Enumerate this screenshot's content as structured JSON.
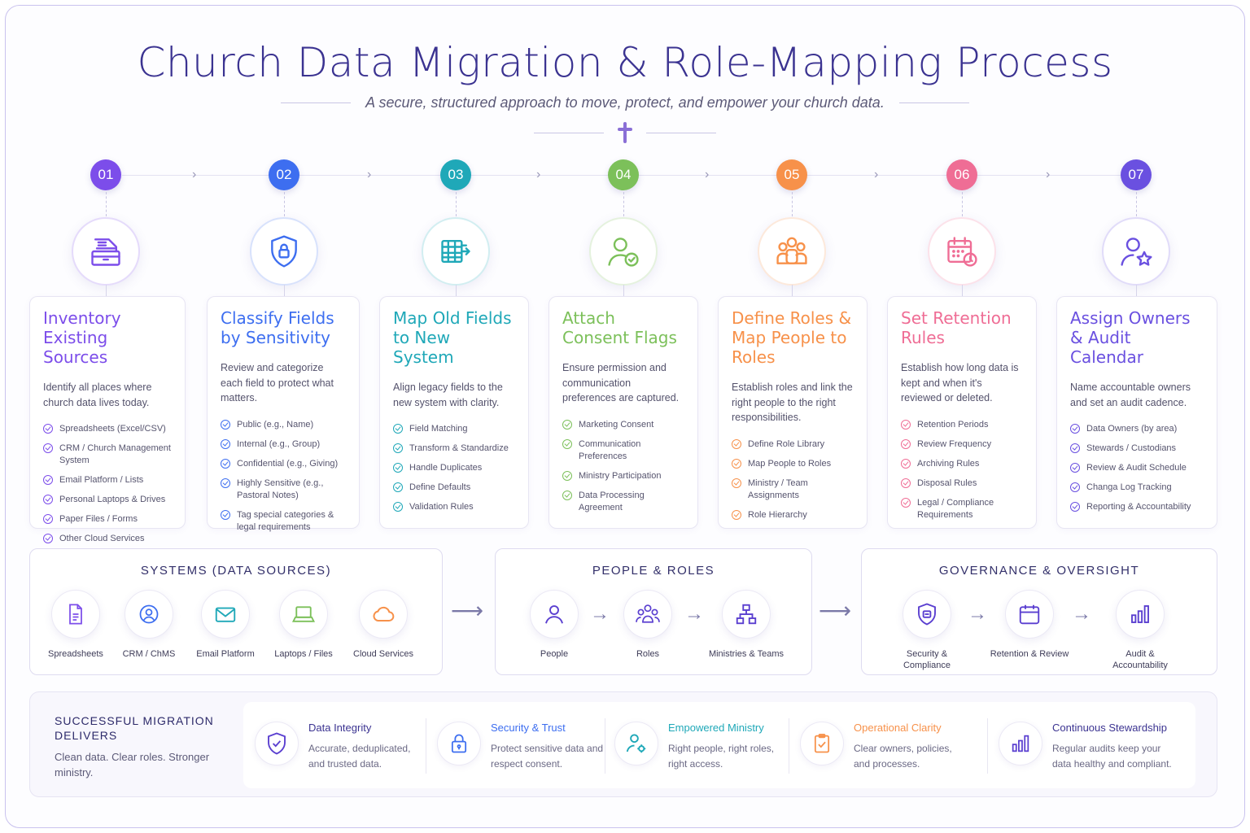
{
  "title": "Church Data Migration & Role-Mapping Process",
  "subtitle": "A secure, structured approach to move, protect, and empower your church data.",
  "colors": {
    "step1": "#7c4dea",
    "step2": "#3d6ef0",
    "step3": "#1fa8b8",
    "step4": "#7cc05a",
    "step5": "#f7914a",
    "step6": "#ef6d95",
    "step7": "#6a50e0"
  },
  "steps": [
    {
      "num": "01",
      "icon": "file-cabinet-icon",
      "title": "Inventory Existing Sources",
      "desc": "Identify all places where church data lives today.",
      "items": [
        "Spreadsheets (Excel/CSV)",
        "CRM / Church Management System",
        "Email Platform / Lists",
        "Personal Laptops & Drives",
        "Paper Files / Forms",
        "Other Cloud Services"
      ]
    },
    {
      "num": "02",
      "icon": "shield-lock-icon",
      "title": "Classify Fields by Sensitivity",
      "desc": "Review and categorize each field to protect what matters.",
      "items": [
        "Public (e.g., Name)",
        "Internal (e.g., Group)",
        "Confidential (e.g., Giving)",
        "Highly Sensitive (e.g., Pastoral Notes)",
        "Tag special categories & legal requirements"
      ]
    },
    {
      "num": "03",
      "icon": "table-map-icon",
      "title": "Map Old Fields to New System",
      "desc": "Align legacy fields to the new system with clarity.",
      "items": [
        "Field Matching",
        "Transform & Standardize",
        "Handle Duplicates",
        "Define Defaults",
        "Validation Rules"
      ]
    },
    {
      "num": "04",
      "icon": "user-check-icon",
      "title": "Attach Consent Flags",
      "desc": "Ensure permission and communication preferences are captured.",
      "items": [
        "Marketing Consent",
        "Communication Preferences",
        "Ministry Participation",
        "Data Processing Agreement"
      ]
    },
    {
      "num": "05",
      "icon": "group-icon",
      "title": "Define Roles & Map People to Roles",
      "desc": "Establish roles and link the right people to the right responsibilities.",
      "items": [
        "Define Role Library",
        "Map People to Roles",
        "Ministry / Team Assignments",
        "Role Hierarchy"
      ]
    },
    {
      "num": "06",
      "icon": "calendar-clock-icon",
      "title": "Set Retention Rules",
      "desc": "Establish how long data is kept and when it's reviewed or deleted.",
      "items": [
        "Retention Periods",
        "Review Frequency",
        "Archiving Rules",
        "Disposal Rules",
        "Legal / Compliance Requirements"
      ]
    },
    {
      "num": "07",
      "icon": "user-star-icon",
      "title": "Assign Owners & Audit Calendar",
      "desc": "Name accountable owners and set an audit cadence.",
      "items": [
        "Data Owners (by area)",
        "Stewards / Custodians",
        "Review & Audit Schedule",
        "Changa Log Tracking",
        "Reporting & Accountability"
      ]
    }
  ],
  "systems": {
    "title": "SYSTEMS (DATA SOURCES)",
    "items": [
      "Spreadsheets",
      "CRM / ChMS",
      "Email Platform",
      "Laptops / Files",
      "Cloud Services"
    ]
  },
  "people": {
    "title": "PEOPLE & ROLES",
    "items": [
      "People",
      "Roles",
      "Ministries & Teams"
    ]
  },
  "governance": {
    "title": "GOVERNANCE & OVERSIGHT",
    "items": [
      "Security & Compliance",
      "Retention & Review",
      "Audit & Accountability"
    ]
  },
  "bottom": {
    "title": "SUCCESSFUL MIGRATION DELIVERS",
    "sub": "Clean data. Clear roles. Stronger ministry.",
    "benefits": [
      {
        "title": "Data Integrity",
        "desc": "Accurate, deduplicated, and trusted data.",
        "color": "#3b3391"
      },
      {
        "title": "Security & Trust",
        "desc": "Protect sensitive data and respect consent.",
        "color": "#3d6ef0"
      },
      {
        "title": "Empowered Ministry",
        "desc": "Right people, right roles, right access.",
        "color": "#1fa8b8"
      },
      {
        "title": "Operational Clarity",
        "desc": "Clear owners, policies, and processes.",
        "color": "#f7914a"
      },
      {
        "title": "Continuous Stewardship",
        "desc": "Regular audits keep your data healthy and compliant.",
        "color": "#3b3391"
      }
    ]
  }
}
